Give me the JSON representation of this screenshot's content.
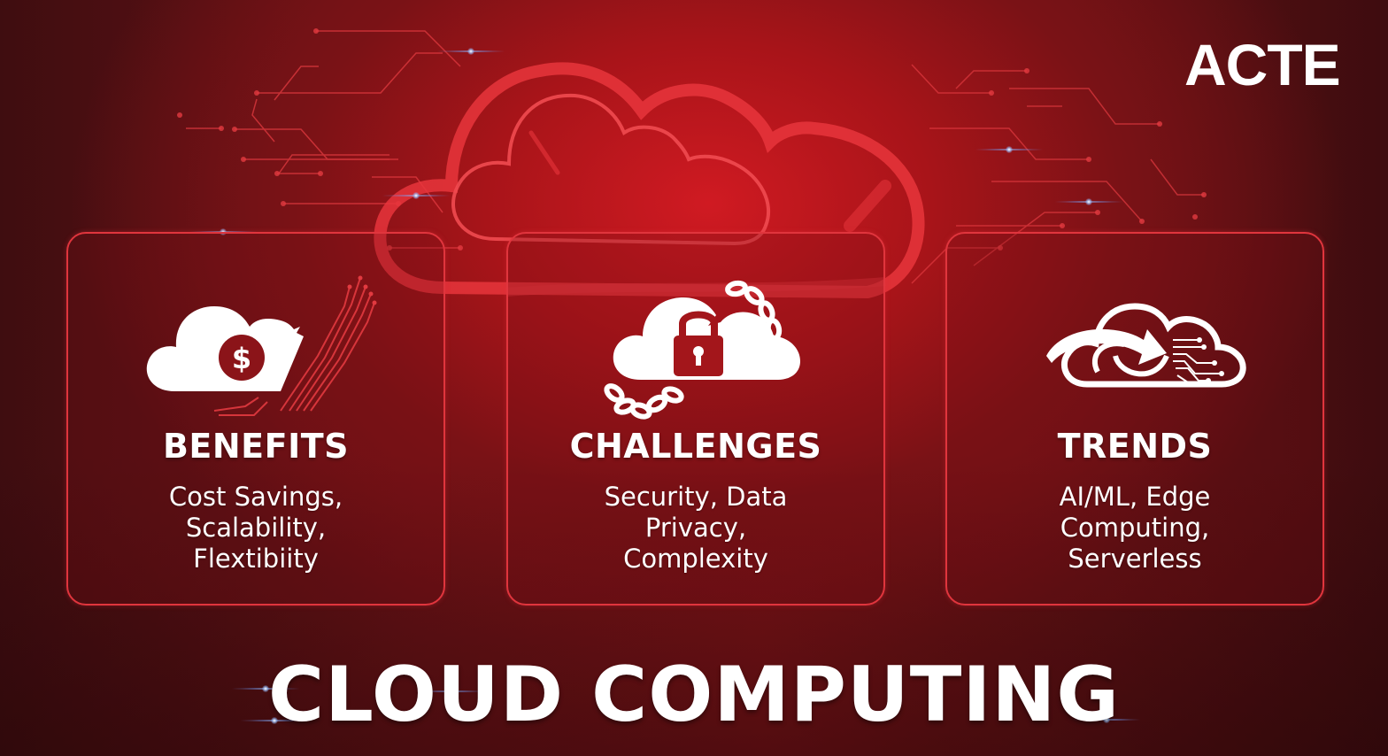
{
  "brand": {
    "logo_text": "ACTE"
  },
  "header_graphic": {
    "icon": "large-cloud-outline-icon"
  },
  "cards": [
    {
      "title": "BENEFITS",
      "icon": "cloud-dollar-circuit-icon",
      "lines": [
        "Cost Savings,",
        "Scalability,",
        "Flextibiity"
      ]
    },
    {
      "title": "CHALLENGES",
      "icon": "cloud-padlock-chain-icon",
      "lines": [
        "Security, Data",
        "Privacy,",
        "Complexity"
      ]
    },
    {
      "title": "TRENDS",
      "icon": "cloud-arrow-circuit-icon",
      "lines": [
        "AI/ML, Edge",
        "Computing,",
        "Serverless"
      ]
    }
  ],
  "main_title": "CLOUD COMPUTING",
  "colors": {
    "background_dark": "#3f0d10",
    "background_mid": "#7d1317",
    "glow_red": "#d01a22",
    "accent_border": "#e0353d",
    "text": "#ffffff"
  }
}
